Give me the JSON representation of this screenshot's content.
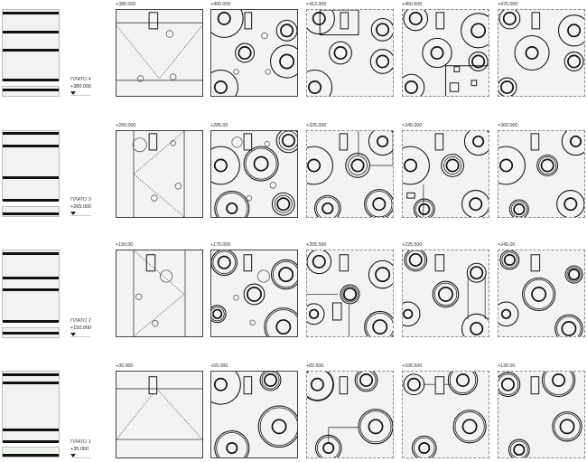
{
  "rows": [
    {
      "plateau": "ПЛАТО 4",
      "plateau_elevation": "+380.000",
      "elevations": [
        "+380.000",
        "+400.000",
        "+412.000",
        "+450.500",
        "+475.000"
      ]
    },
    {
      "plateau": "ПЛАТО 3",
      "plateau_elevation": "+265.000",
      "elevations": [
        "+265.000",
        "+285.00",
        "+325.000",
        "+345.000",
        "+360.000"
      ]
    },
    {
      "plateau": "ПЛАТО 2",
      "plateau_elevation": "+150.000",
      "elevations": [
        "+150.00",
        "+175.000",
        "+205.500",
        "+225.500",
        "+245.00"
      ]
    },
    {
      "plateau": "ПЛАТО 1",
      "plateau_elevation": "+35.000",
      "elevations": [
        "+35.000",
        "+55.000",
        "+82.500",
        "+106.500",
        "+130.00"
      ]
    }
  ],
  "colors": {
    "panel_fill": "#f3f3f3",
    "line": "#111111",
    "plateau1_fill": "#eef3ec"
  }
}
